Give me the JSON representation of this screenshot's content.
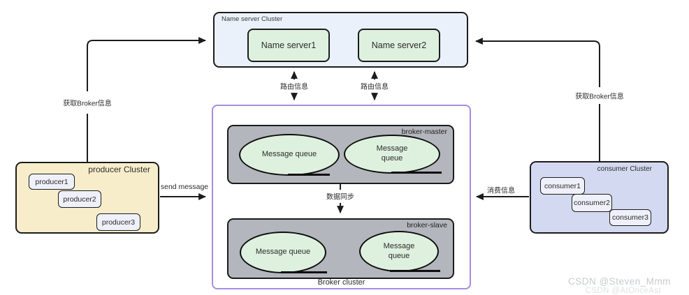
{
  "colors": {
    "name_server_fill": "#eaf1fb",
    "green_fill": "#def1df",
    "purple_border": "#a78ce0",
    "gray_fill": "#b3b7bd",
    "producer_fill": "#f8edca",
    "node_fill": "#eef1fa",
    "consumer_fill": "#d3d9f0",
    "line": "#1c1c1c"
  },
  "name_server_cluster": {
    "title": "Name server Cluster",
    "servers": [
      {
        "label": "Name server1"
      },
      {
        "label": "Name server2"
      }
    ]
  },
  "broker_cluster": {
    "title": "Broker cluster",
    "master": {
      "label": "broker-master",
      "queue1": "Message queue",
      "queue2": "Message queue"
    },
    "slave": {
      "label": "broker-slave",
      "queue1": "Message queue",
      "queue2": "Message queue"
    }
  },
  "producer_cluster": {
    "title": "producer Cluster",
    "nodes": [
      {
        "label": "producer1"
      },
      {
        "label": "producer2"
      },
      {
        "label": "producer3"
      }
    ]
  },
  "consumer_cluster": {
    "title": "consumer Cluster",
    "nodes": [
      {
        "label": "consumer1"
      },
      {
        "label": "consumer2"
      },
      {
        "label": "consumer3"
      }
    ]
  },
  "labels": {
    "get_broker_left": "获取Broker信息",
    "get_broker_right": "获取Broker信息",
    "route_info_left": "路由信息",
    "route_info_right": "路由信息",
    "send_message": "send message",
    "consume_info": "消费信息",
    "data_sync": "数据同步"
  },
  "watermark": {
    "line1": "CSDN @Steven_Mmm",
    "line2": "CSDN @AtOnceAst"
  }
}
